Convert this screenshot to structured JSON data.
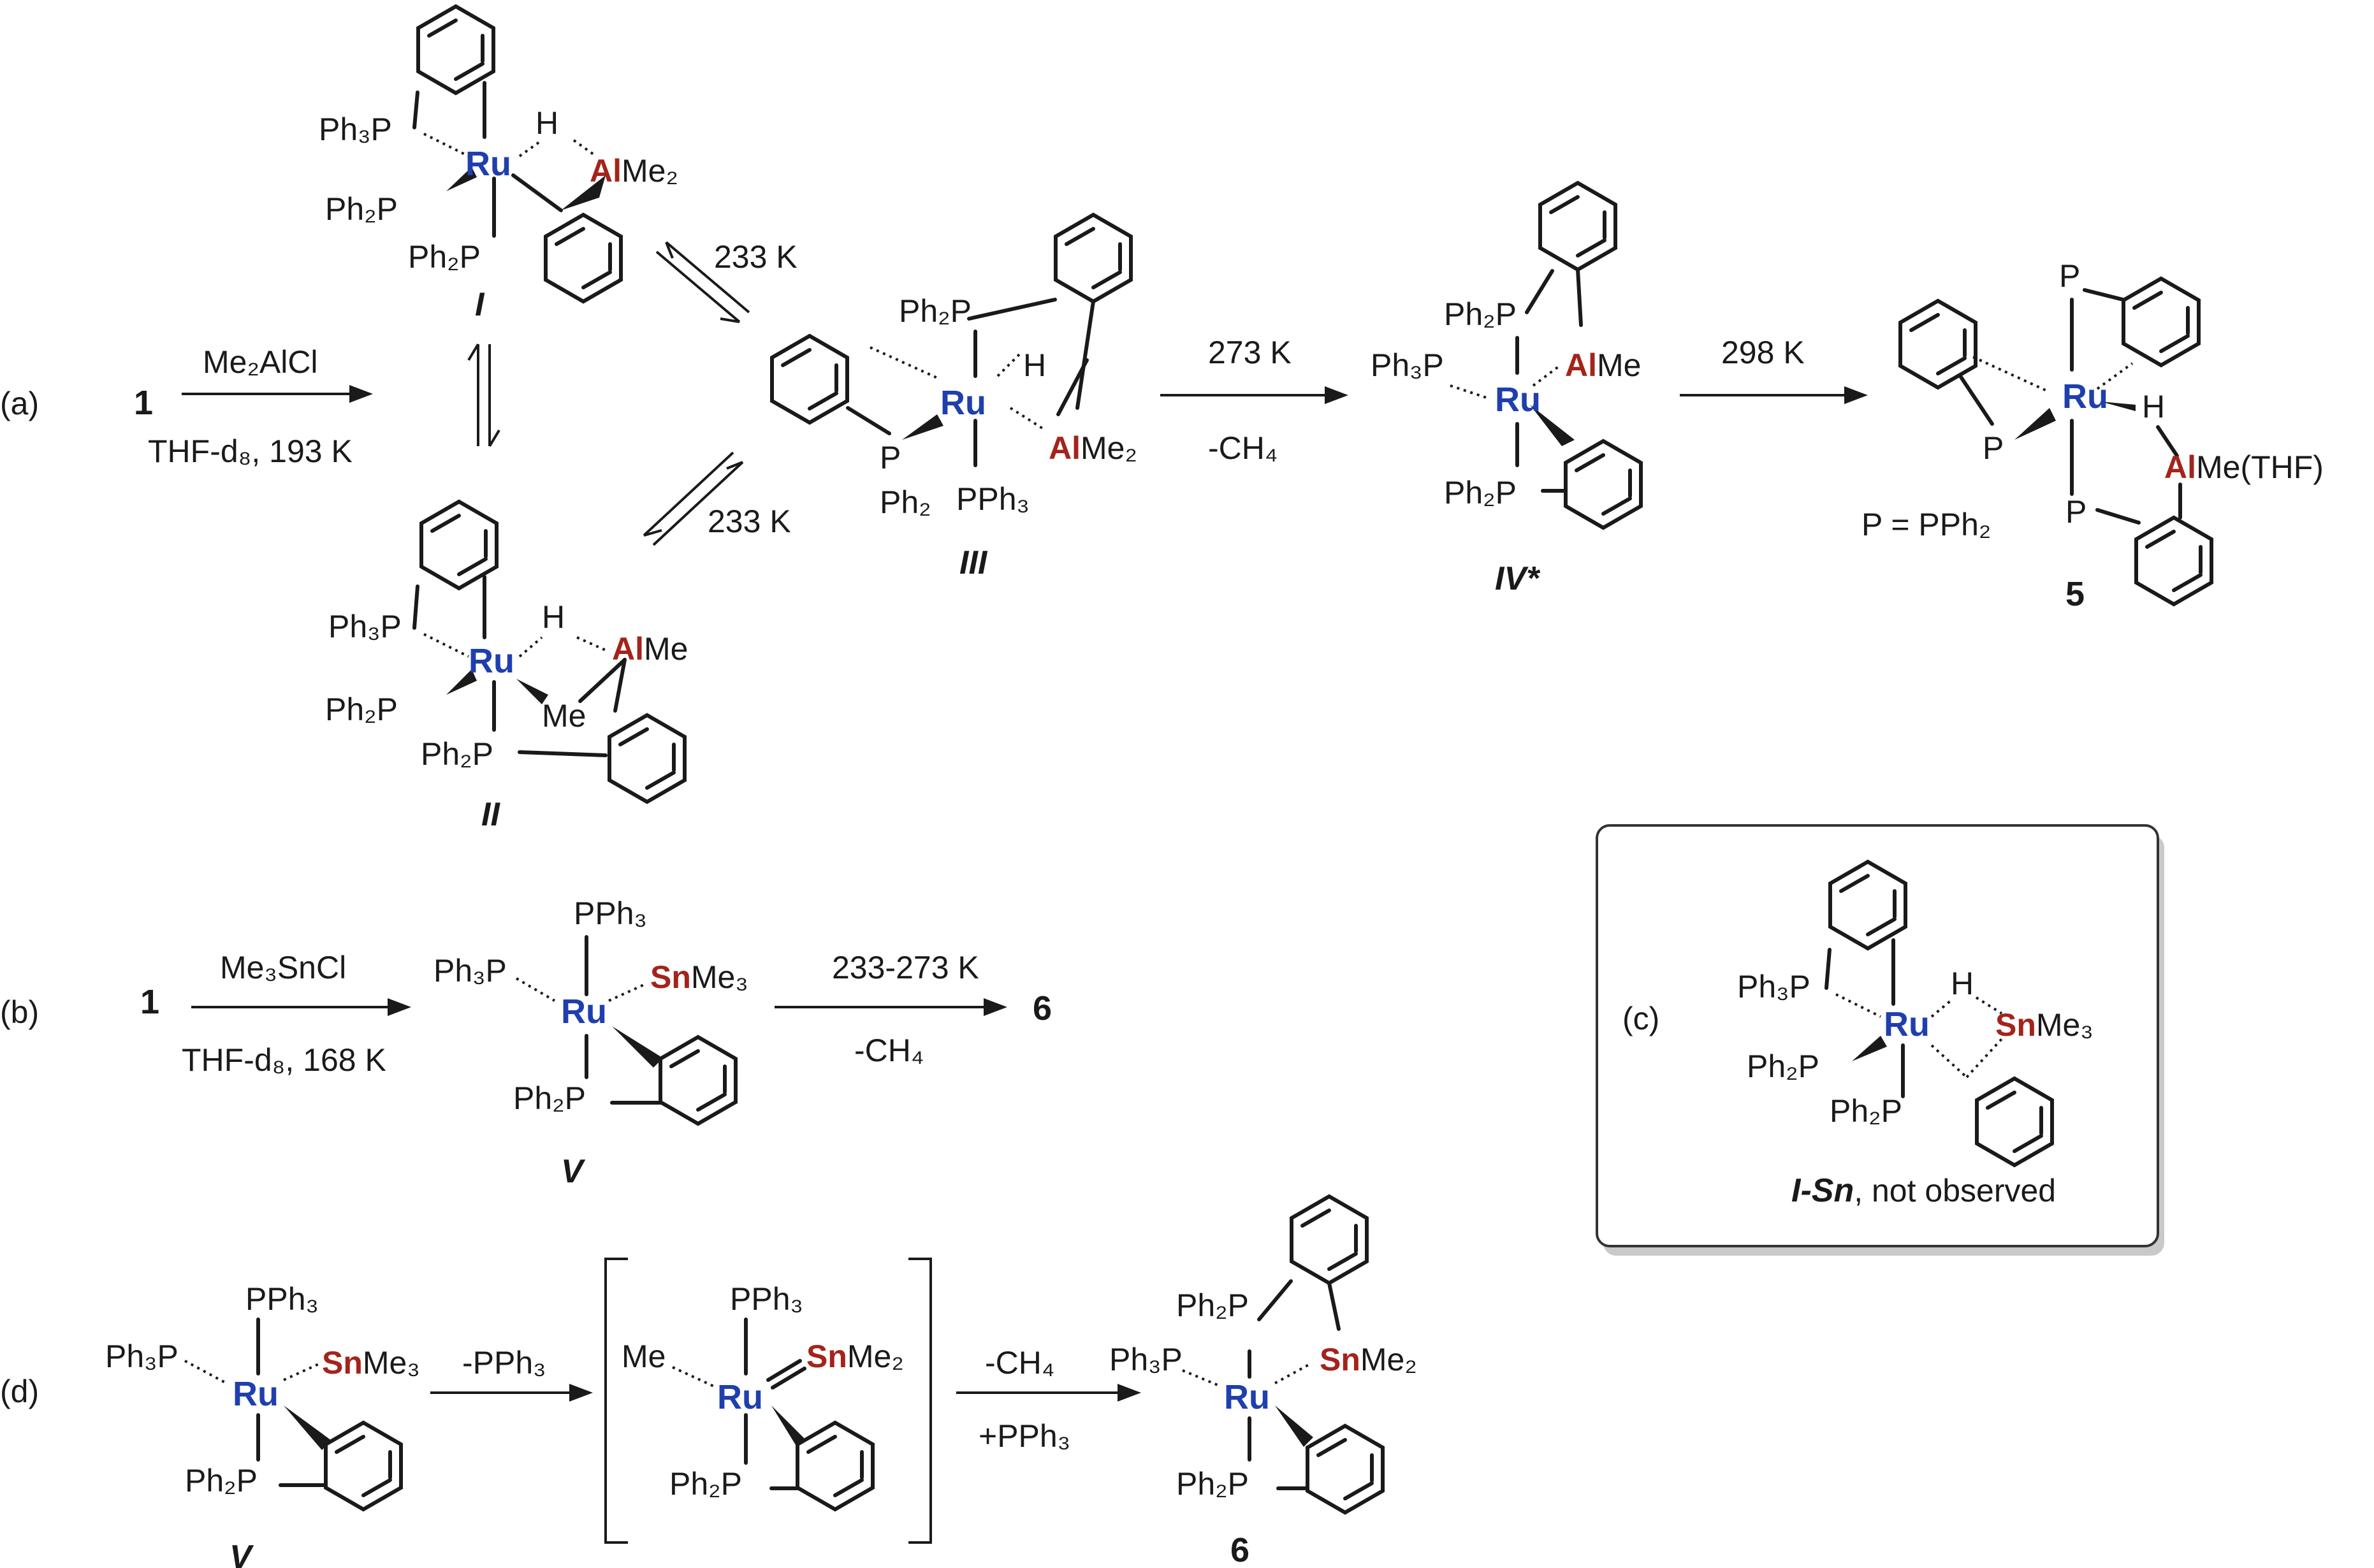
{
  "colors": {
    "ruthenium": "#1f3fae",
    "heteroatom": "#a3241b",
    "ink": "#1a1a1a"
  },
  "panels": {
    "a": {
      "tag": "(a)",
      "start": "1",
      "step1": {
        "reagent": "Me₂AlCl",
        "conditions": "THF-d₈, 193 K"
      },
      "equilibria": {
        "top": "233 K",
        "bottom": "233 K"
      },
      "step_to_IV": {
        "temp": "273 K",
        "loss": "-CH₄"
      },
      "step_to_5": {
        "temp": "298 K"
      },
      "labels": {
        "I": "I",
        "II": "II",
        "III": "III",
        "IV": "IV*",
        "five": "5"
      },
      "legend": "P = PPh₂"
    },
    "b": {
      "tag": "(b)",
      "start": "1",
      "step1": {
        "reagent": "Me₃SnCl",
        "conditions": "THF-d₈, 168 K"
      },
      "step2": {
        "temp": "233-273 K",
        "loss": "-CH₄"
      },
      "product": "6",
      "label_V": "V"
    },
    "c": {
      "tag": "(c)",
      "caption_bold": "I-Sn",
      "caption_rest": ", not observed"
    },
    "d": {
      "tag": "(d)",
      "step1": "-PPh₃",
      "step2": {
        "loss": "-CH₄",
        "gain": "+PPh₃"
      },
      "label_V": "V",
      "product": "6"
    }
  },
  "atoms": {
    "ru": "Ru",
    "al": "Al",
    "sn": "Sn",
    "p": "P",
    "h": "H",
    "me": "Me",
    "me2": "Me₂",
    "me3": "Me₃",
    "ph2p": "Ph₂P",
    "ph3p": "Ph₃P",
    "pph3": "PPh₃",
    "ph2": "Ph₂",
    "me_thf": "Me(THF)"
  }
}
